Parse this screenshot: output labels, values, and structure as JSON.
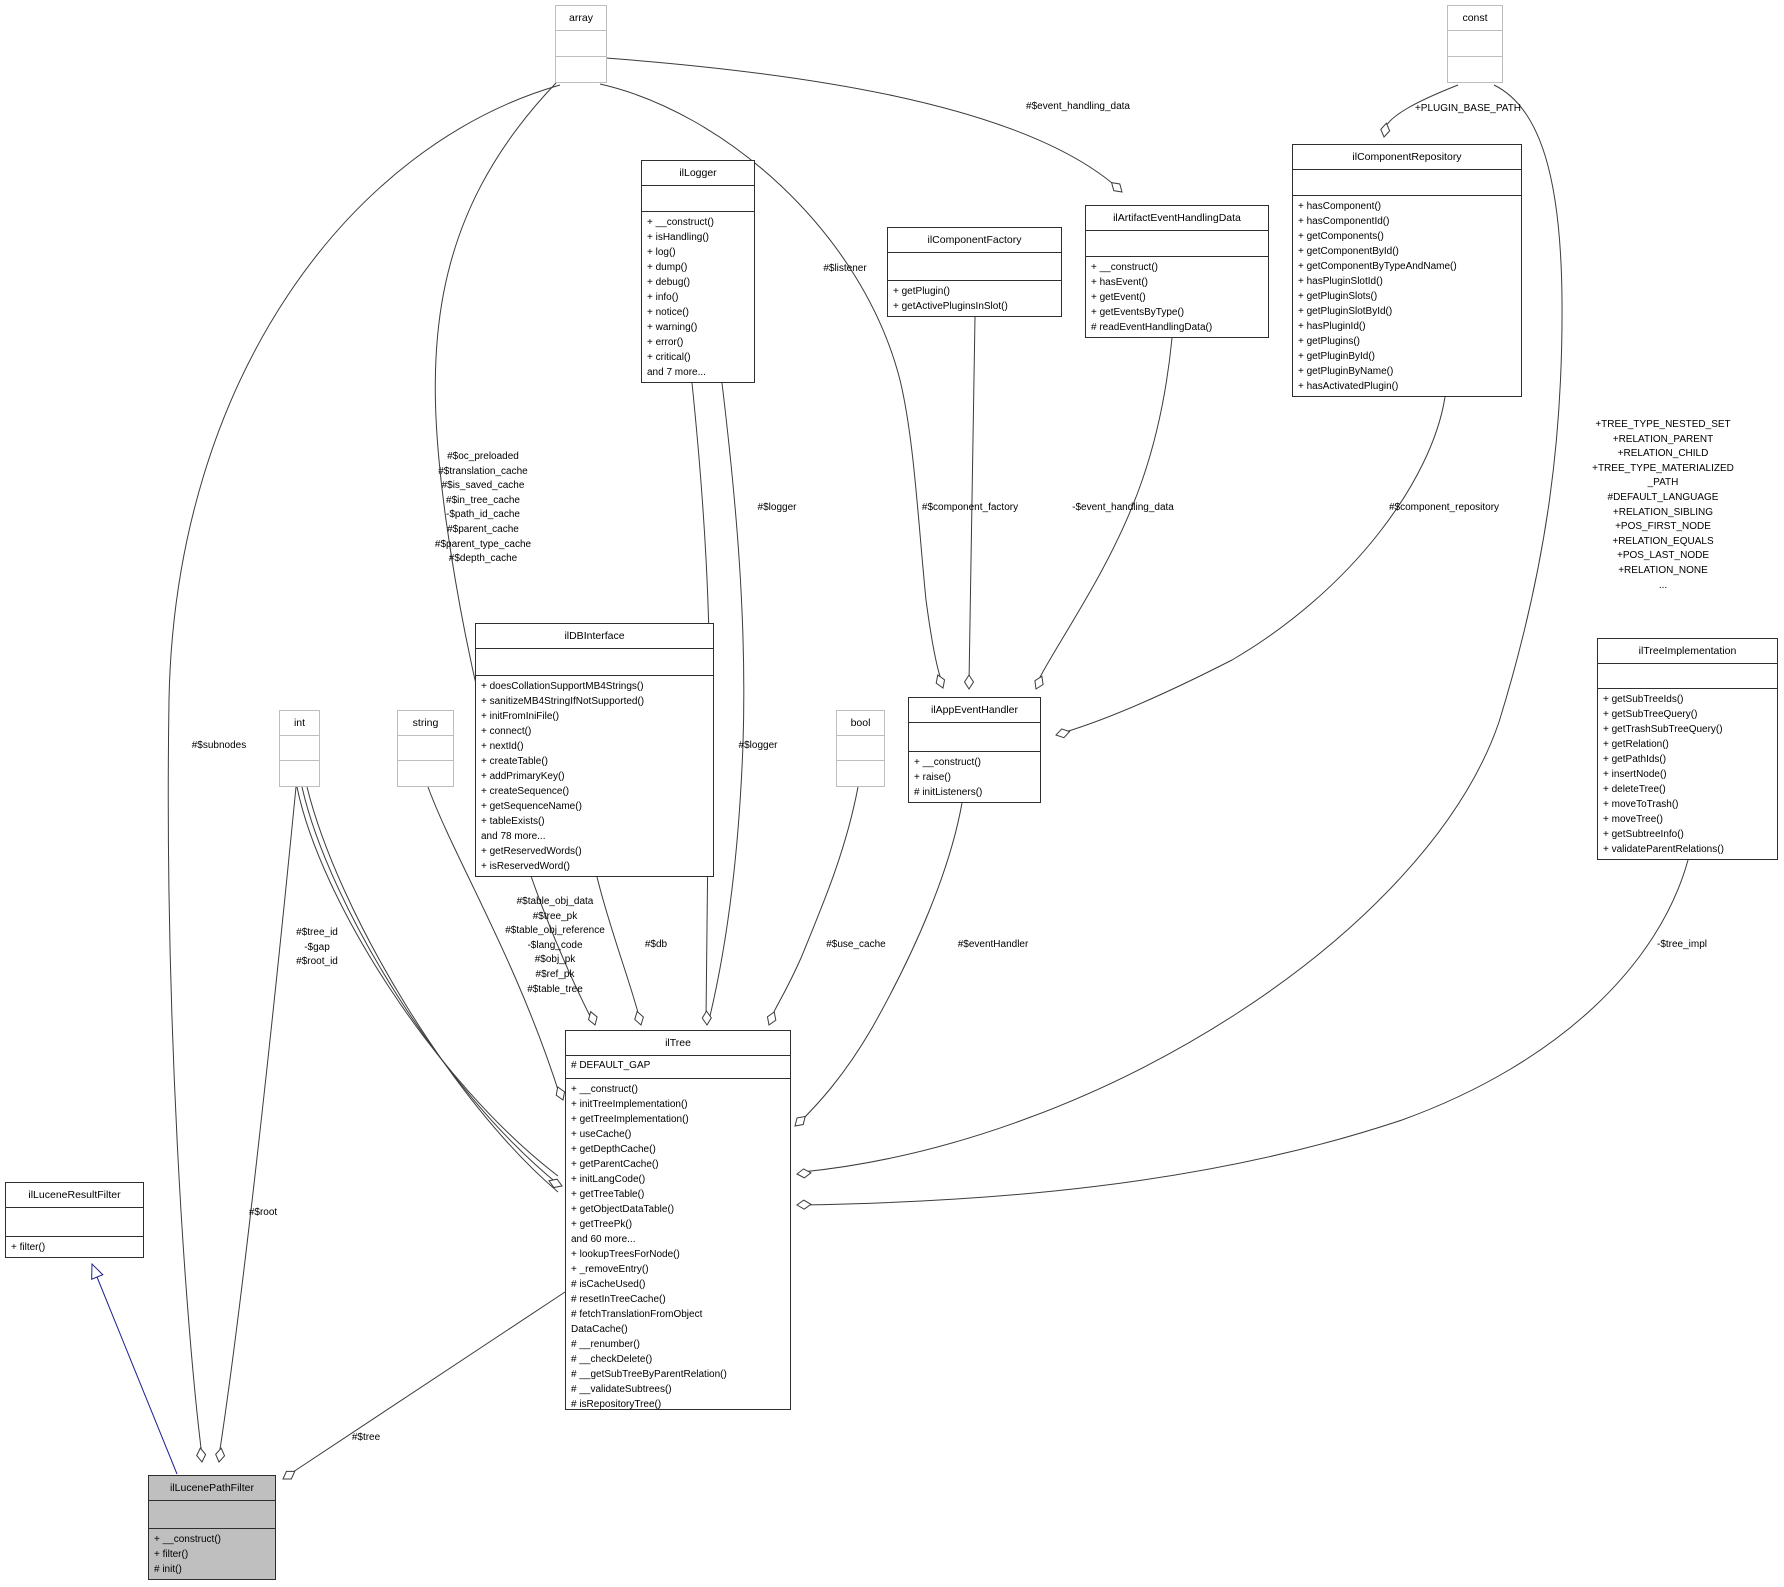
{
  "classes": [
    {
      "id": "array",
      "name": "array",
      "attrs": [],
      "methods": [],
      "external": true
    },
    {
      "id": "const",
      "name": "const",
      "attrs": [],
      "methods": [],
      "external": true
    },
    {
      "id": "illogger",
      "name": "ilLogger",
      "attrs": [],
      "methods": [
        "+ __construct()",
        "+ isHandling()",
        "+ log()",
        "+ dump()",
        "+ debug()",
        "+ info()",
        "+ notice()",
        "+ warning()",
        "+ error()",
        "+ critical()",
        "and 7 more..."
      ]
    },
    {
      "id": "ilcomponentfactory",
      "name": "ilComponentFactory",
      "attrs": [],
      "methods": [
        "+ getPlugin()",
        "+ getActivePluginsInSlot()"
      ]
    },
    {
      "id": "ilartifacteventhandlingdata",
      "name": "ilArtifactEventHandlingData",
      "attrs": [],
      "methods": [
        "+ __construct()",
        "+ hasEvent()",
        "+ getEvent()",
        "+ getEventsByType()",
        "# readEventHandlingData()"
      ]
    },
    {
      "id": "ilcomponentrepository",
      "name": "ilComponentRepository",
      "attrs": [],
      "methods": [
        "+ hasComponent()",
        "+ hasComponentId()",
        "+ getComponents()",
        "+ getComponentById()",
        "+ getComponentByTypeAndName()",
        "+ hasPluginSlotId()",
        "+ getPluginSlots()",
        "+ getPluginSlotById()",
        "+ hasPluginId()",
        "+ getPlugins()",
        "+ getPluginById()",
        "+ getPluginByName()",
        "+ hasActivatedPlugin()"
      ]
    },
    {
      "id": "ildbinterface",
      "name": "ilDBInterface",
      "attrs": [],
      "methods": [
        "+ doesCollationSupportMB4Strings()",
        "+ sanitizeMB4StringIfNotSupported()",
        "+ initFromIniFile()",
        "+ connect()",
        "+ nextId()",
        "+ createTable()",
        "+ addPrimaryKey()",
        "+ createSequence()",
        "+ getSequenceName()",
        "+ tableExists()",
        "and 78 more...",
        "+ getReservedWords()",
        "+ isReservedWord()"
      ]
    },
    {
      "id": "int",
      "name": "int",
      "attrs": [],
      "methods": [],
      "external": true
    },
    {
      "id": "string",
      "name": "string",
      "attrs": [],
      "methods": [],
      "external": true
    },
    {
      "id": "bool",
      "name": "bool",
      "attrs": [],
      "methods": [],
      "external": true
    },
    {
      "id": "ilappeventhandler",
      "name": "ilAppEventHandler",
      "attrs": [],
      "methods": [
        "+ __construct()",
        "+ raise()",
        "# initListeners()"
      ]
    },
    {
      "id": "iltree",
      "name": "ilTree",
      "attrs": [
        "# DEFAULT_GAP"
      ],
      "methods": [
        "+ __construct()",
        "+ initTreeImplementation()",
        "+ getTreeImplementation()",
        "+ useCache()",
        "+ getDepthCache()",
        "+ getParentCache()",
        "+ initLangCode()",
        "+ getTreeTable()",
        "+ getObjectDataTable()",
        "+ getTreePk()",
        "and 60 more...",
        "+ lookupTreesForNode()",
        "+ _removeEntry()",
        "# isCacheUsed()",
        "# resetInTreeCache()",
        "# fetchTranslationFromObject\nDataCache()",
        "# __renumber()",
        "# __checkDelete()",
        "# __getSubTreeByParentRelation()",
        "# __validateSubtrees()",
        "# isRepositoryTree()"
      ]
    },
    {
      "id": "iltreeimplementation",
      "name": "ilTreeImplementation",
      "attrs": [],
      "methods": [
        "+ getSubTreeIds()",
        "+ getSubTreeQuery()",
        "+ getTrashSubTreeQuery()",
        "+ getRelation()",
        "+ getPathIds()",
        "+ insertNode()",
        "+ deleteTree()",
        "+ moveToTrash()",
        "+ moveTree()",
        "+ getSubtreeInfo()",
        "+ validateParentRelations()"
      ]
    },
    {
      "id": "illuceneresultfilter",
      "name": "ilLuceneResultFilter",
      "attrs": [],
      "methods": [
        "+ filter()"
      ]
    },
    {
      "id": "illucenepathfilter",
      "name": "ilLucenePathFilter",
      "attrs": [],
      "methods": [
        "+ __construct()",
        "+ filter()",
        "# init()"
      ],
      "highlight": true
    }
  ],
  "edge_labels": [
    {
      "id": "event_handling_data",
      "text": "#$event_handling_data"
    },
    {
      "id": "plugin_base_path",
      "text": "+PLUGIN_BASE_PATH"
    },
    {
      "id": "listener",
      "text": "#$listener"
    },
    {
      "id": "cache_block",
      "text": "#$oc_preloaded\n#$translation_cache\n#$is_saved_cache\n#$in_tree_cache\n-$path_id_cache\n#$parent_cache\n#$parent_type_cache\n#$depth_cache"
    },
    {
      "id": "logger1",
      "text": "#$logger"
    },
    {
      "id": "component_factory",
      "text": "#$component_factory"
    },
    {
      "id": "event_handling_data2",
      "text": "-$event_handling_data"
    },
    {
      "id": "component_repository",
      "text": "#$component_repository"
    },
    {
      "id": "const_block",
      "text": "+TREE_TYPE_NESTED_SET\n+RELATION_PARENT\n+RELATION_CHILD\n+TREE_TYPE_MATERIALIZED\n_PATH\n#DEFAULT_LANGUAGE\n+RELATION_SIBLING\n+POS_FIRST_NODE\n+RELATION_EQUALS\n+POS_LAST_NODE\n+RELATION_NONE\n..."
    },
    {
      "id": "subnodes",
      "text": "#$subnodes"
    },
    {
      "id": "logger2",
      "text": "#$logger"
    },
    {
      "id": "tree_id_block",
      "text": "#$tree_id\n-$gap\n#$root_id"
    },
    {
      "id": "table_block",
      "text": "#$table_obj_data\n#$tree_pk\n#$table_obj_reference\n-$lang_code\n#$obj_pk\n#$ref_pk\n#$table_tree"
    },
    {
      "id": "db",
      "text": "#$db"
    },
    {
      "id": "use_cache",
      "text": "#$use_cache"
    },
    {
      "id": "eventhandler",
      "text": "#$eventHandler"
    },
    {
      "id": "tree_impl",
      "text": "-$tree_impl"
    },
    {
      "id": "root",
      "text": "#$root"
    },
    {
      "id": "tree",
      "text": "#$tree"
    }
  ]
}
